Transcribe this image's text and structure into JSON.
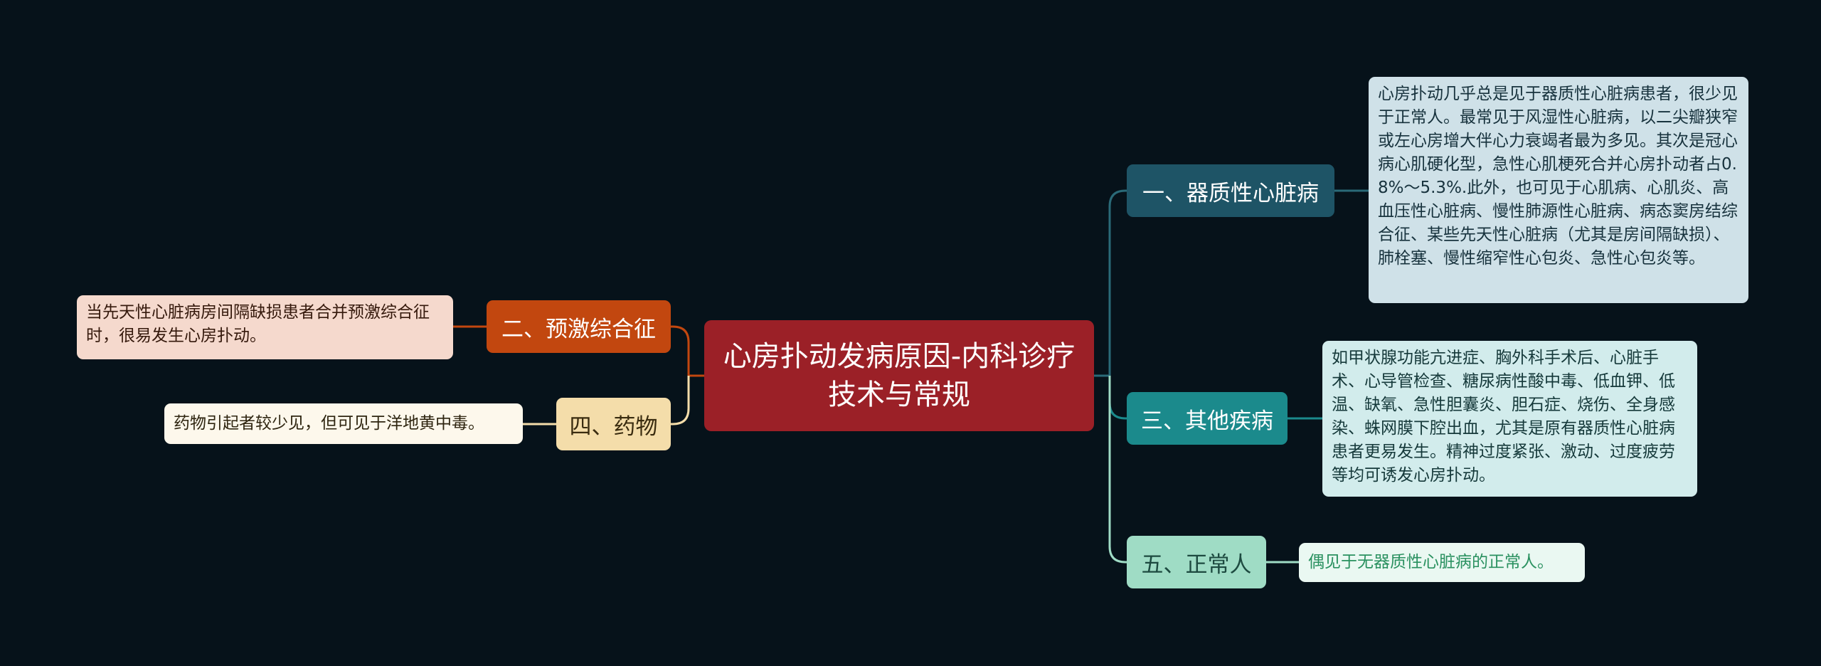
{
  "root": {
    "title": "心房扑动发病原因-内科诊疗技术与常规"
  },
  "branches": [
    {
      "label": "一、器质性心脏病",
      "detail": "心房扑动几乎总是见于器质性心脏病患者，很少见于正常人。最常见于风湿性心脏病，以二尖瓣狭窄或左心房增大伴心力衰竭者最为多见。其次是冠心病心肌硬化型，急性心肌梗死合并心房扑动者占0.8%～5.3%.此外，也可见于心肌病、心肌炎、高血压性心脏病、慢性肺源性心脏病、病态窦房结综合征、某些先天性心脏病（尤其是房间隔缺损）、肺栓塞、慢性缩窄性心包炎、急性心包炎等。"
    },
    {
      "label": "二、预激综合征",
      "detail": "当先天性心脏病房间隔缺损患者合并预激综合征时，很易发生心房扑动。"
    },
    {
      "label": "三、其他疾病",
      "detail": "如甲状腺功能亢进症、胸外科手术后、心脏手术、心导管检查、糖尿病性酸中毒、低血钾、低温、缺氧、急性胆囊炎、胆石症、烧伤、全身感染、蛛网膜下腔出血，尤其是原有器质性心脏病患者更易发生。精神过度紧张、激动、过度疲劳等均可诱发心房扑动。"
    },
    {
      "label": "四、药物",
      "detail": "药物引起者较少见，但可见于洋地黄中毒。"
    },
    {
      "label": "五、正常人",
      "detail": "偶见于无器质性心脏病的正常人。"
    }
  ],
  "colors": {
    "background": "#06121a",
    "root": "#9b2027",
    "branch1": "#1e5466",
    "branch2": "#c2470f",
    "branch3": "#1b8a8c",
    "branch4": "#f4ddaa",
    "branch5": "#9fdcc5"
  }
}
